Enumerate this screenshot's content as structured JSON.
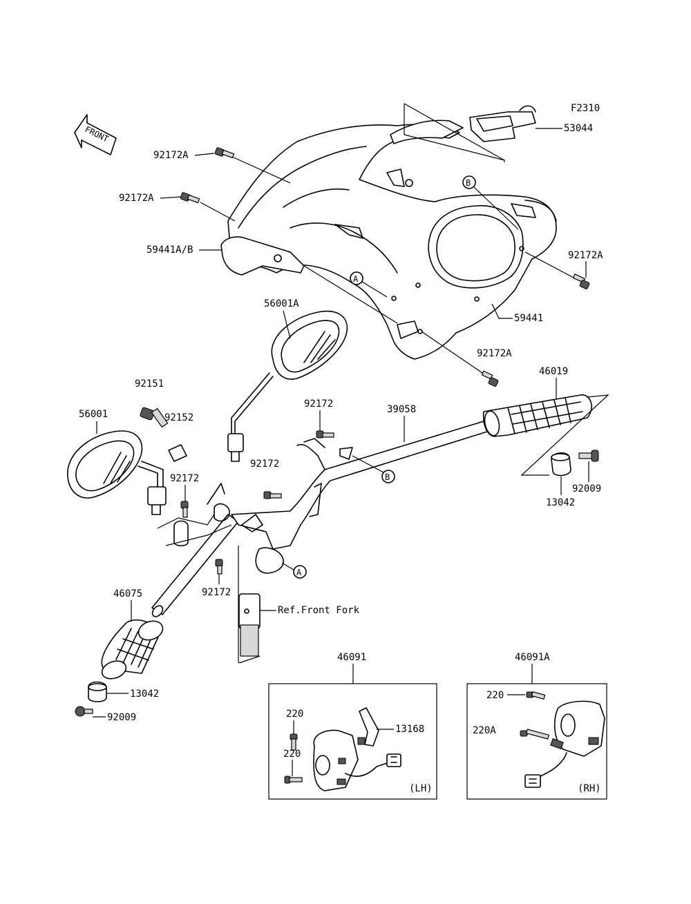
{
  "figure_code": "F2310",
  "front_arrow_label": "FRONT",
  "callouts": {
    "p53044": "53044",
    "p92172A_1": "92172A",
    "p92172A_2": "92172A",
    "p59441AB": "59441A/B",
    "p92172A_3": "92172A",
    "p59441": "59441",
    "p92172A_4": "92172A",
    "p56001A": "56001A",
    "p92151": "92151",
    "p56001": "56001",
    "p92152": "92152",
    "p92172_1": "92172",
    "p39058": "39058",
    "p92172_2": "92172",
    "p46019": "46019",
    "p92172_3": "92172",
    "p92009_r": "92009",
    "p13042_r": "13042",
    "p92172_4": "92172",
    "p46075": "46075",
    "ref_front_fork": "Ref.Front Fork",
    "p13042_l": "13042",
    "p92009_l": "92009",
    "p46091": "46091",
    "p46091A": "46091A",
    "p220_1": "220",
    "p13168": "13168",
    "p220_2": "220",
    "lh": "(LH)",
    "p220_3": "220",
    "p220A": "220A",
    "rh": "(RH)"
  },
  "markers": {
    "b_top": "B",
    "a_mid": "A",
    "b_bar": "B",
    "a_clamp": "A"
  }
}
